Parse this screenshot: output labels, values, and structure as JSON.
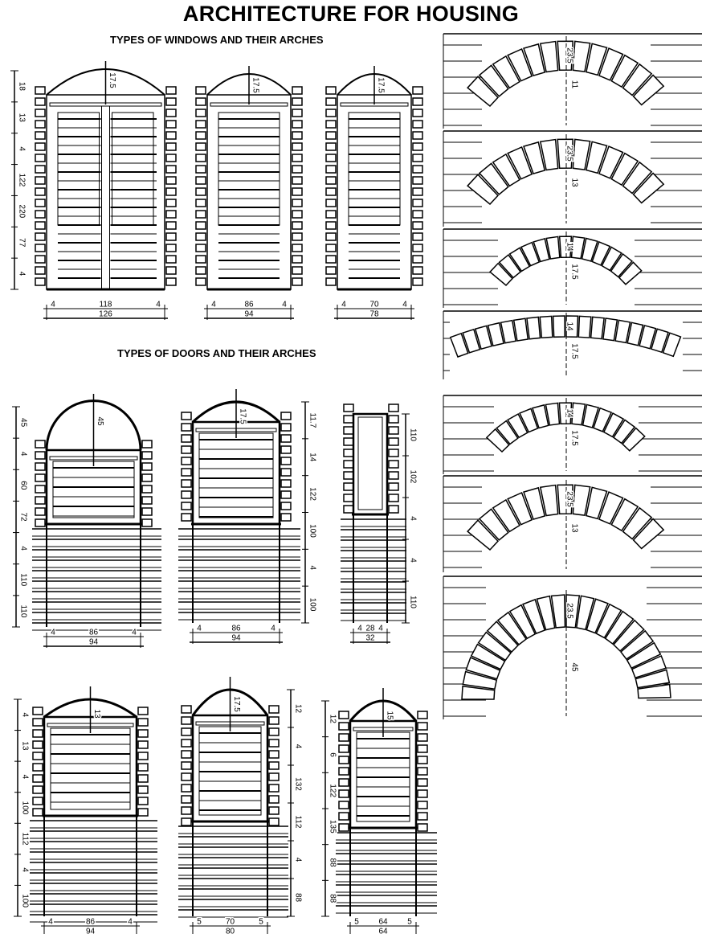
{
  "title": "ARCHITECTURE FOR HOUSING",
  "windows_heading": "TYPES OF WINDOWS AND THEIR ARCHES",
  "doors_heading": "TYPES OF DOORS AND THEIR ARCHES",
  "windows": [
    {
      "top": "17.5",
      "side": [
        "18",
        "13",
        "4",
        "122",
        "220",
        "77",
        "4"
      ],
      "bottom": [
        "4",
        "118",
        "4"
      ],
      "total": "126"
    },
    {
      "top": "17.5",
      "side": [],
      "bottom": [
        "4",
        "86",
        "4"
      ],
      "total": "94"
    },
    {
      "top": "17.5",
      "side": [],
      "bottom": [
        "4",
        "70",
        "4"
      ],
      "total": "78"
    }
  ],
  "doors": [
    {
      "top": "45",
      "side": [
        "45",
        "4",
        "60",
        "72",
        "4",
        "110",
        "110"
      ],
      "bottom": [
        "4",
        "86",
        "4"
      ],
      "total": "94"
    },
    {
      "top": "17.5",
      "side": [
        "11.7",
        "14",
        "122",
        "100",
        "4",
        "100"
      ],
      "bottom": [
        "4",
        "86",
        "4"
      ],
      "total": "94"
    },
    {
      "top": "",
      "side": [
        "110",
        "102",
        "4",
        "4",
        "110"
      ],
      "bottom": [
        "4",
        "28",
        "4"
      ],
      "total": "32"
    },
    {
      "top": "13",
      "side": [
        "4",
        "13",
        "4",
        "100",
        "112",
        "4",
        "100"
      ],
      "bottom": [
        "4",
        "86",
        "4"
      ],
      "total": "94"
    },
    {
      "top": "17.5",
      "side": [
        "12",
        "4",
        "132",
        "112",
        "4",
        "88"
      ],
      "bottom": [
        "5",
        "70",
        "5"
      ],
      "total": "80"
    },
    {
      "top": "15",
      "side": [
        "12",
        "6",
        "122",
        "135",
        "88",
        "88"
      ],
      "bottom": [
        "5",
        "64",
        "5"
      ],
      "total": "64"
    }
  ],
  "arches": [
    {
      "labels": [
        "23.5",
        "11"
      ]
    },
    {
      "labels": [
        "23.5",
        "13"
      ]
    },
    {
      "labels": [
        "14",
        "17.5"
      ]
    },
    {
      "labels": [
        "14",
        "17.5"
      ]
    },
    {
      "labels": [
        "14",
        "17.5"
      ]
    },
    {
      "labels": [
        "23.5",
        "13"
      ]
    },
    {
      "labels": [
        "23.5",
        "45"
      ]
    }
  ]
}
